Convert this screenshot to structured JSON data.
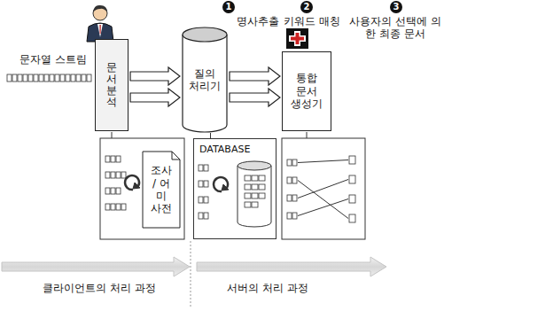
{
  "diagram": {
    "nodes": [
      {
        "text": [
          "문서 분석"
        ]
      },
      {
        "text": [
          "질의 처리기"
        ]
      },
      {
        "text": [
          "통합 문서 생성기"
        ]
      },
      {
        "text": [
          "조사 / 어미 사전"
        ]
      },
      {
        "text": [
          "DATABASE"
        ]
      }
    ],
    "edges": [
      {
        "from": 0,
        "to": 1,
        "arrow": "to"
      },
      {
        "from": 0,
        "to": 1,
        "arrow": "to"
      },
      {
        "from": 1,
        "to": 2,
        "arrow": "to"
      },
      {
        "from": 1,
        "to": 2,
        "arrow": "to"
      },
      {
        "from": 1,
        "to": 4,
        "arrow": "none"
      }
    ],
    "labels": [
      "문자열 스트림",
      "1",
      "명사추출",
      "2",
      "키워드 매칭",
      "3",
      "사용자의 선택에 의한 최종 문서",
      "클라이언트의 처리 과정",
      "서버의 처리 과정"
    ]
  }
}
